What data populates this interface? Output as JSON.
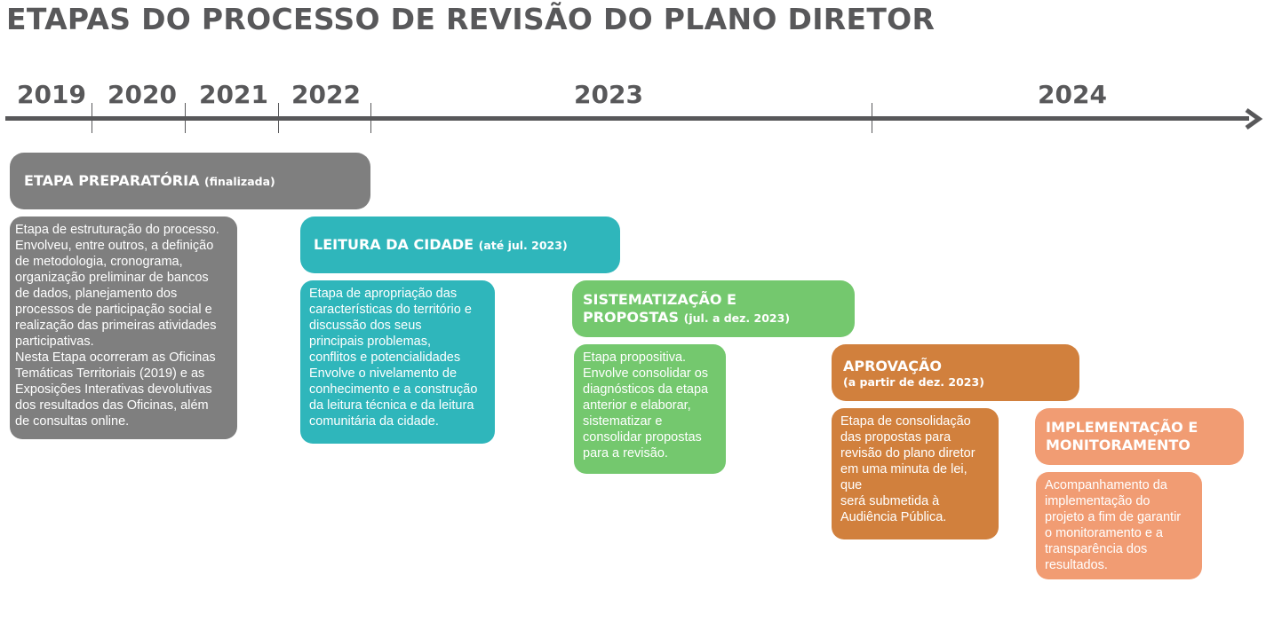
{
  "title": "ETAPAS DO PROCESSO DE REVISÃO DO PLANO DIRETOR",
  "timeline": {
    "years": [
      "2019",
      "2020",
      "2021",
      "2022",
      "2023",
      "2024"
    ]
  },
  "stages": [
    {
      "title": "ETAPA PREPARATÓRIA",
      "subtitle": "(finalizada)",
      "color": "#7f7f7f",
      "description": [
        "Etapa de estruturação do processo.",
        "Envolveu, entre outros, a definição",
        "de metodologia, cronograma,",
        "organização preliminar de bancos",
        "de dados, planejamento dos",
        "processos de participação social e",
        "realização das primeiras atividades",
        "participativas.",
        "Nesta Etapa ocorreram as Oficinas",
        "Temáticas Territoriais (2019) e as",
        "Exposições Interativas devolutivas",
        "dos resultados das Oficinas, além",
        "de consultas online."
      ]
    },
    {
      "title": "LEITURA DA CIDADE",
      "subtitle": "(até jul. 2023)",
      "color": "#2fb6bb",
      "description": [
        "Etapa de apropriação das",
        "características do território e",
        "discussão dos seus",
        "principais problemas,",
        "conflitos e potencialidades",
        "Envolve o nivelamento de",
        "conhecimento e a construção",
        "da leitura técnica e da leitura",
        "comunitária da cidade."
      ]
    },
    {
      "title_line1": "SISTEMATIZAÇÃO E",
      "title_line2": "PROPOSTAS",
      "subtitle": "(jul. a dez. 2023)",
      "color": "#74c86e",
      "description": [
        "Etapa propositiva.",
        "Envolve consolidar os",
        "diagnósticos da etapa",
        "anterior e elaborar,",
        "sistematizar e",
        "consolidar propostas",
        "para a revisão."
      ]
    },
    {
      "title": "APROVAÇÃO",
      "subtitle": "(a partir de dez. 2023)",
      "color": "#d1803d",
      "description": [
        "Etapa de consolidação",
        "das propostas para",
        "revisão do plano diretor",
        "em uma minuta de lei,",
        "que",
        "será submetida à",
        "Audiência Pública."
      ]
    },
    {
      "title_line1": "IMPLEMENTAÇÃO E",
      "title_line2": "MONITORAMENTO",
      "color": "#f19c73",
      "description": [
        "Acompanhamento da",
        "implementação do",
        "projeto a fim de garantir",
        "o monitoramento e a",
        "transparência dos",
        "resultados."
      ]
    }
  ]
}
